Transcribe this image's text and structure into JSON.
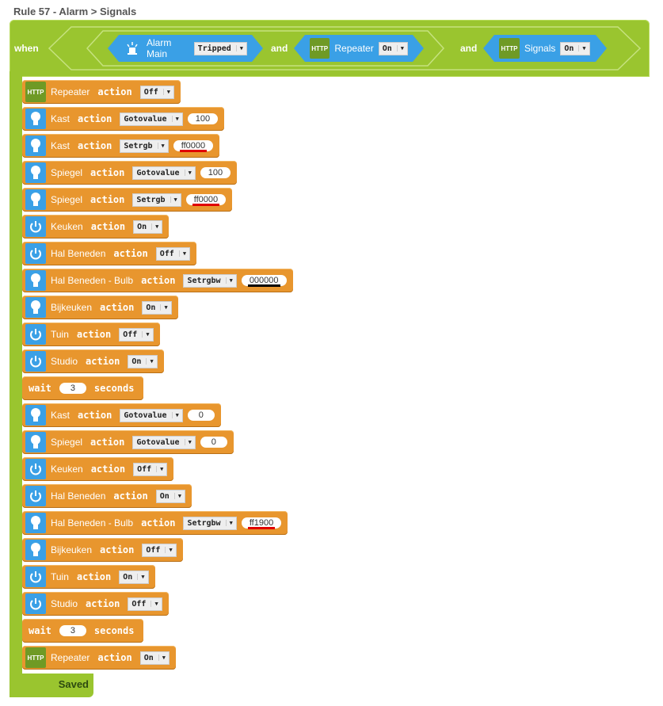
{
  "title": "Rule 57 - Alarm > Signals",
  "when_label": "when",
  "and_label": "and",
  "conditions": [
    {
      "icon": "alarm-icon",
      "device": "Alarm Main",
      "state": "Tripped"
    },
    {
      "icon": "http-icon",
      "icon_text": "HTTP",
      "device": "Repeater",
      "state": "On"
    },
    {
      "icon": "http-icon",
      "icon_text": "HTTP",
      "device": "Signals",
      "state": "On"
    }
  ],
  "action_label": "action",
  "wait_label": "wait",
  "seconds_label": "seconds",
  "status": "Saved",
  "colors": {
    "block": "#e8962e",
    "frame": "#9ac52f",
    "condition": "#3aa0e6",
    "red": "#e00000",
    "black": "#000000"
  },
  "actions": [
    {
      "type": "http",
      "device": "Repeater",
      "option": "Off"
    },
    {
      "type": "bulb",
      "device": "Kast",
      "option": "Gotovalue",
      "value": "100"
    },
    {
      "type": "bulb",
      "device": "Kast",
      "option": "Setrgb",
      "value": "ff0000",
      "underline": "#e00000"
    },
    {
      "type": "bulb",
      "device": "Spiegel",
      "option": "Gotovalue",
      "value": "100"
    },
    {
      "type": "bulb",
      "device": "Spiegel",
      "option": "Setrgb",
      "value": "ff0000",
      "underline": "#e00000"
    },
    {
      "type": "power",
      "device": "Keuken",
      "option": "On"
    },
    {
      "type": "power",
      "device": "Hal Beneden",
      "option": "Off"
    },
    {
      "type": "bulb",
      "device": "Hal Beneden - Bulb",
      "option": "Setrgbw",
      "value": "000000",
      "underline": "#000000"
    },
    {
      "type": "bulb",
      "device": "Bijkeuken",
      "option": "On"
    },
    {
      "type": "power",
      "device": "Tuin",
      "option": "Off"
    },
    {
      "type": "power",
      "device": "Studio",
      "option": "On"
    },
    {
      "type": "wait",
      "value": "3"
    },
    {
      "type": "bulb",
      "device": "Kast",
      "option": "Gotovalue",
      "value": "0"
    },
    {
      "type": "bulb",
      "device": "Spiegel",
      "option": "Gotovalue",
      "value": "0"
    },
    {
      "type": "power",
      "device": "Keuken",
      "option": "Off"
    },
    {
      "type": "power",
      "device": "Hal Beneden",
      "option": "On"
    },
    {
      "type": "bulb",
      "device": "Hal Beneden - Bulb",
      "option": "Setrgbw",
      "value": "ff1900",
      "underline": "#e00000"
    },
    {
      "type": "bulb",
      "device": "Bijkeuken",
      "option": "Off"
    },
    {
      "type": "power",
      "device": "Tuin",
      "option": "On"
    },
    {
      "type": "power",
      "device": "Studio",
      "option": "Off"
    },
    {
      "type": "wait",
      "value": "3"
    },
    {
      "type": "http",
      "device": "Repeater",
      "option": "On"
    }
  ]
}
